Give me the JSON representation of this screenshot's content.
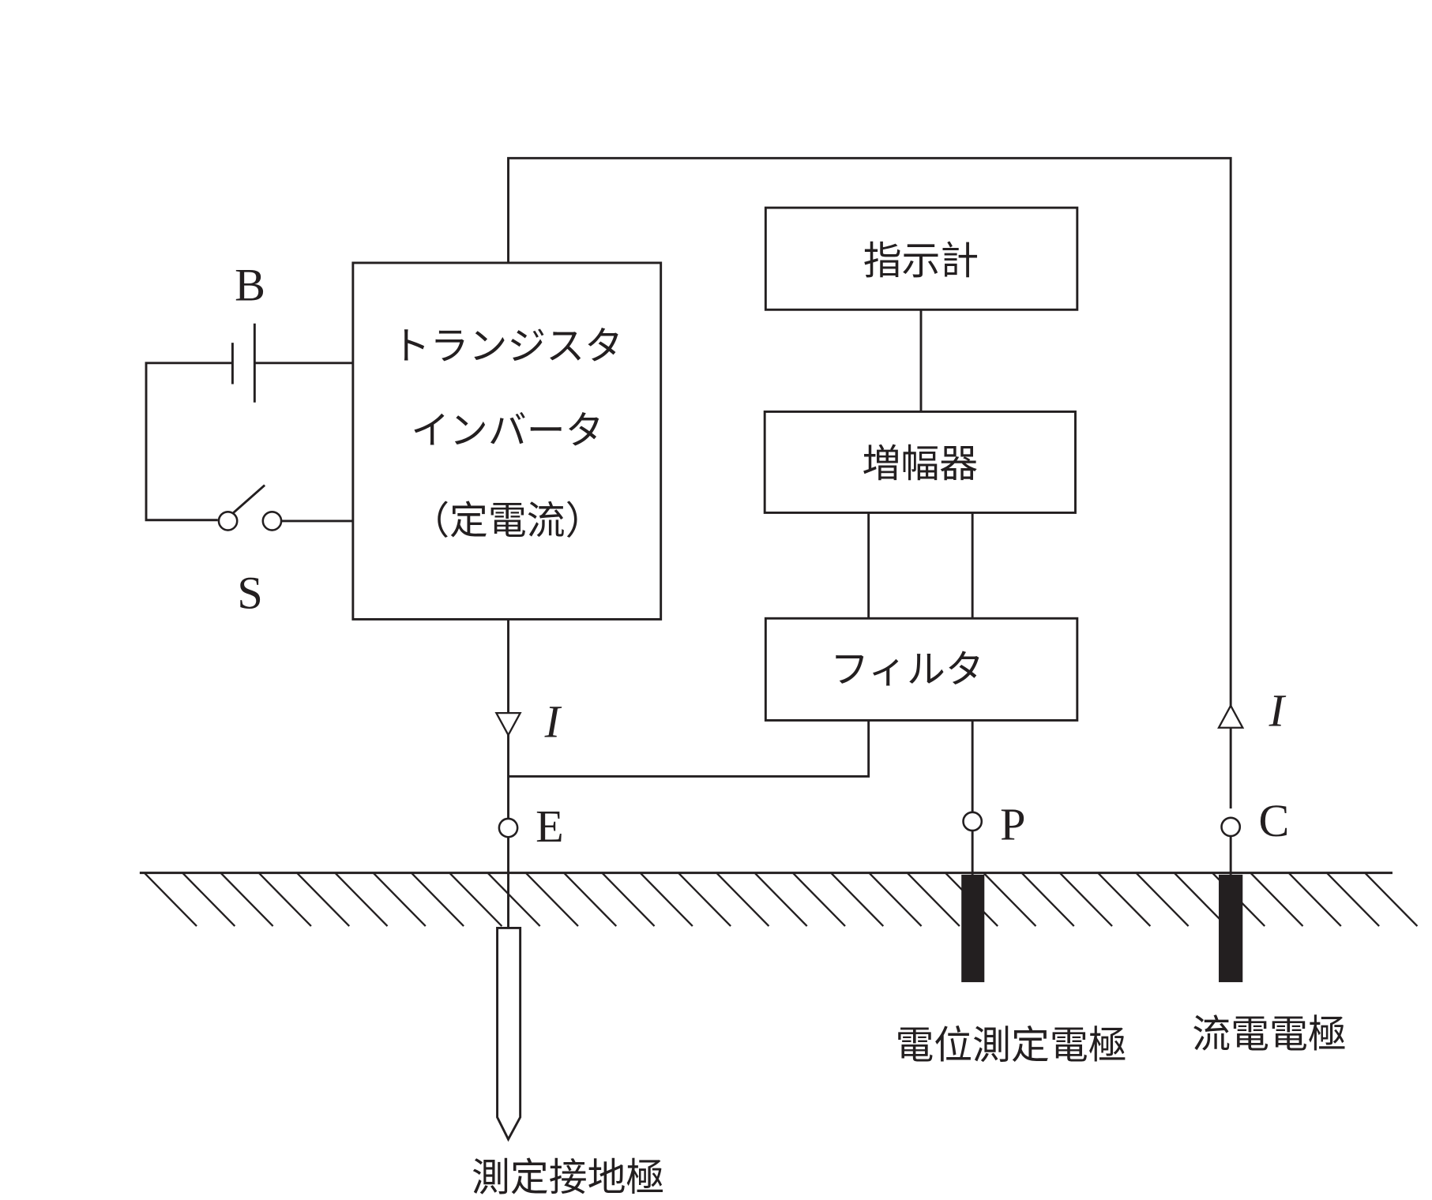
{
  "labels": {
    "battery": "B",
    "switch": "S",
    "inverter_line1": "トランジスタ",
    "inverter_line2": "インバータ",
    "inverter_line3": "（定電流）",
    "indicator": "指示計",
    "amplifier": "増幅器",
    "filter": "フィルタ",
    "current_left": "I",
    "current_right": "I",
    "terminal_e": "E",
    "terminal_p": "P",
    "terminal_c": "C",
    "potential_electrode": "電位測定電極",
    "current_electrode": "流電電極",
    "measured_electrode": "測定接地極"
  }
}
